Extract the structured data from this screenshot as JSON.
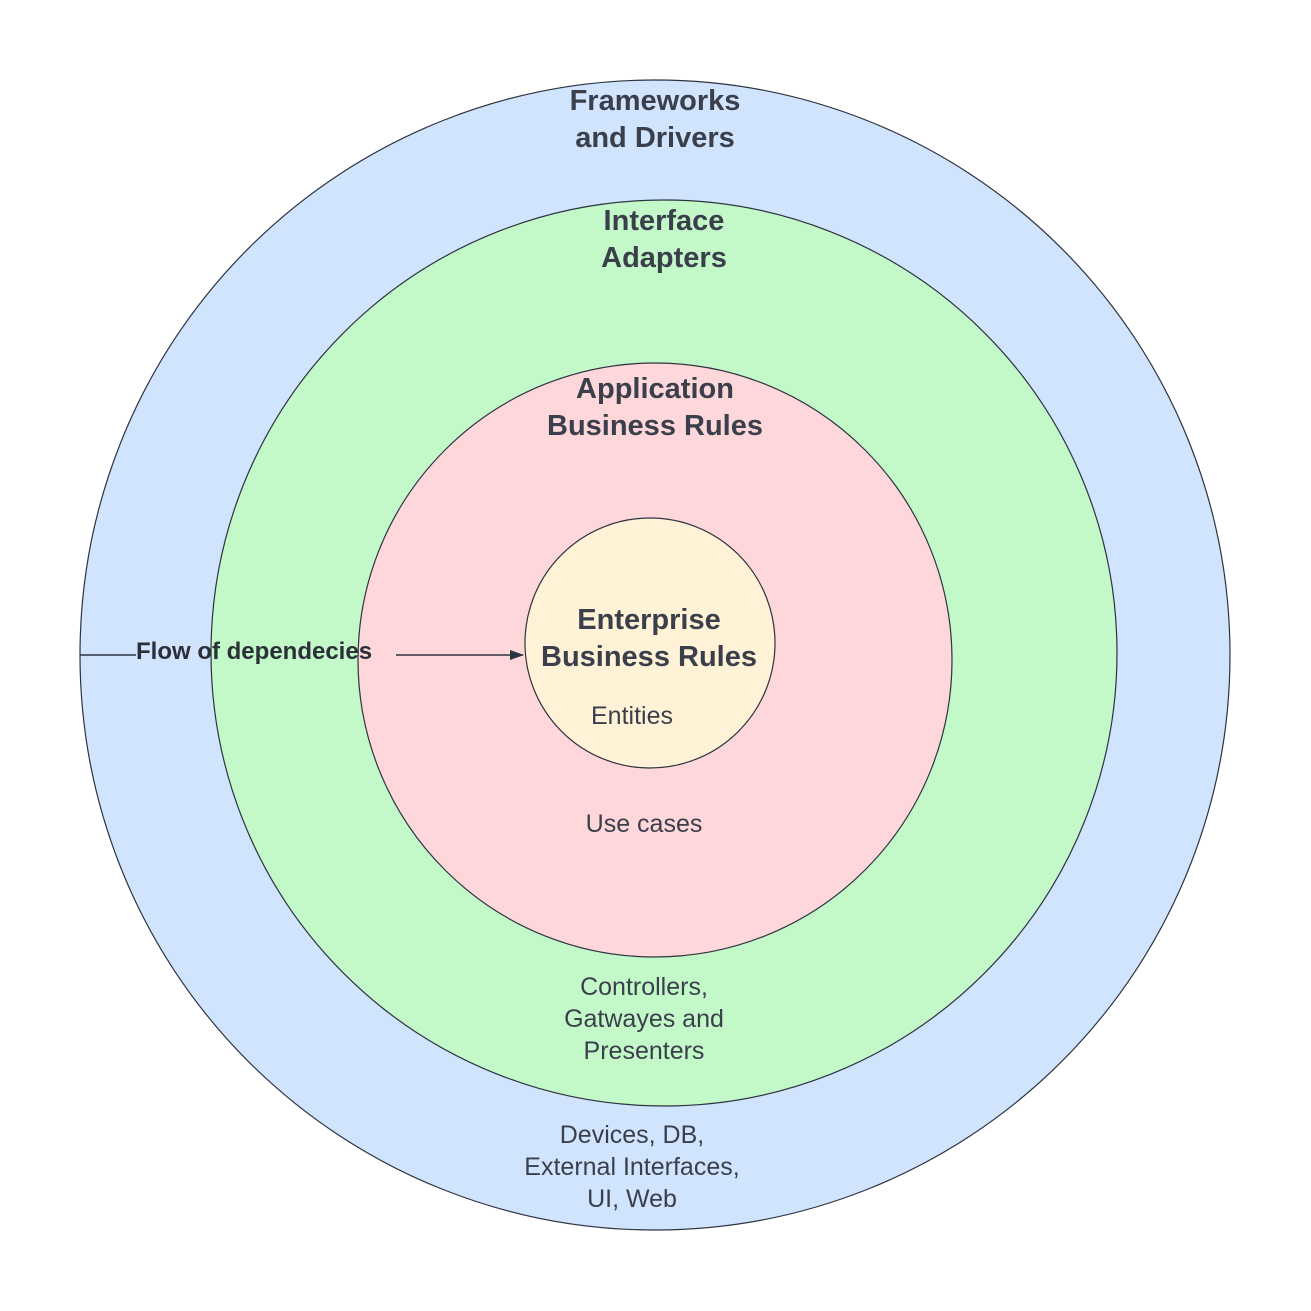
{
  "layers": [
    {
      "id": "frameworks",
      "title": "Frameworks\nand Drivers",
      "description": "Devices, DB,\nExternal Interfaces,\nUI, Web",
      "fill": "#d0e4fd"
    },
    {
      "id": "adapters",
      "title": "Interface\nAdapters",
      "description": "Controllers,\nGatwayes and\nPresenters",
      "fill": "#c3f8c9"
    },
    {
      "id": "application",
      "title": "Application\nBusiness Rules",
      "description": "Use cases",
      "fill": "#fed7da"
    },
    {
      "id": "enterprise",
      "title": "Enterprise\nBusiness Rules",
      "description": "Entities",
      "fill": "#fff2d6"
    }
  ],
  "arrow": {
    "label": "Flow of dependecies"
  },
  "colors": {
    "stroke": "#2e3340",
    "text": "#3a3f4b"
  }
}
